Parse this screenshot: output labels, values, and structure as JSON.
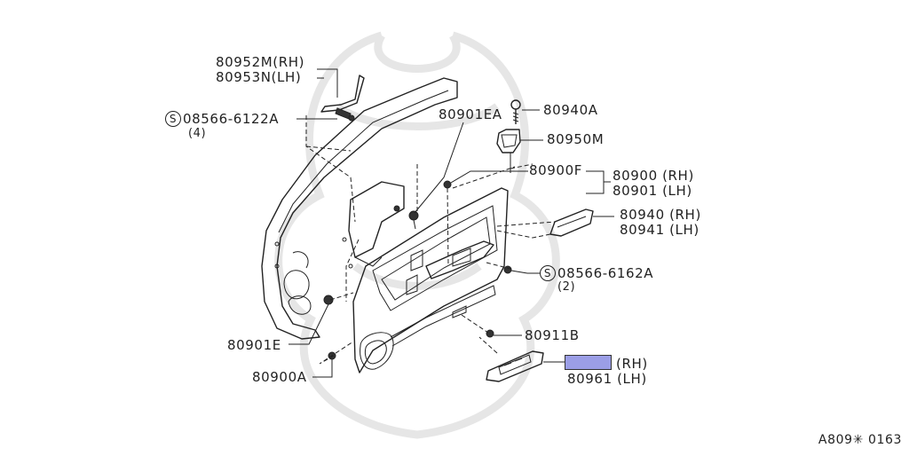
{
  "labels": {
    "bracket_rh": "80952M(RH)",
    "bracket_lh": "80953N(LH)",
    "screw_upper_part": "08566-6122A",
    "screw_upper_qty": "(4)",
    "clip_ea": "80901EA",
    "screw_top": "80940A",
    "pull_handle": "80950M",
    "clip_f": "80900F",
    "finisher_rh": "80900 (RH)",
    "finisher_lh": "80901 (LH)",
    "armrest_rh": "80940 (RH)",
    "armrest_lh": "80941 (LH)",
    "screw_lower_part": "08566-6162A",
    "screw_lower_qty": "(2)",
    "screw_b": "80911B",
    "clip_e": "80901E",
    "clip_a": "80900A",
    "switch_rh_suffix": "(RH)",
    "switch_lh": "80961 (LH)",
    "screw_symbol": "S"
  },
  "catalog_code": "A809✳ 0163",
  "colors": {
    "highlight": "#9b9ee6",
    "line": "#222222",
    "watermark": "#e6e6e6"
  }
}
